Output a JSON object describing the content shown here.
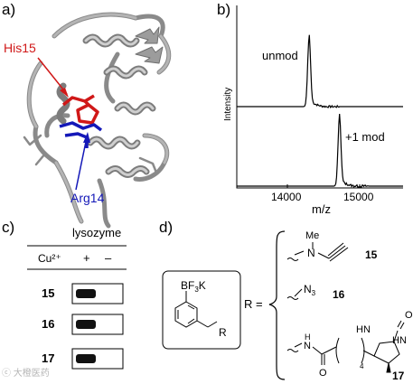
{
  "panels": {
    "a": {
      "label": "a)",
      "his_label": "His15",
      "arg_label": "Arg14",
      "colors": {
        "his": "#d01818",
        "arg": "#1418b8",
        "protein": "#9a9a9a"
      }
    },
    "b": {
      "label": "b)"
    },
    "c": {
      "label": "c)",
      "header": "lysozyme",
      "cu_label": "Cu²⁺",
      "plus": "+",
      "minus": "–",
      "rows": [
        "15",
        "16",
        "17"
      ]
    },
    "d": {
      "label": "d)",
      "bf3k": "BF",
      "bf3k_sub": "3",
      "bf3k_k": "K",
      "r_atom": "R",
      "r_equals": "R =",
      "substituents": [
        {
          "id": "15",
          "me": "Me",
          "n": "N"
        },
        {
          "id": "16",
          "azide": "N",
          "azide_sub": "3"
        },
        {
          "id": "17",
          "nh_amide": "N",
          "nh_h": "H",
          "o_amide": "O",
          "sub4": "4",
          "hn1": "HN",
          "hn2": "HN",
          "o_urea": "O"
        }
      ]
    }
  },
  "watermark": "ⓒ 大橙医药",
  "chart_data": {
    "type": "line",
    "xlabel": "m/z",
    "ylabel": "Intensity",
    "xlim": [
      13300,
      15600
    ],
    "x_ticks": [
      14000,
      15000
    ],
    "grid": false,
    "series": [
      {
        "name": "unmod",
        "peak_x": 14300,
        "peak_height": 1.0
      },
      {
        "name": "+1 mod",
        "peak_x": 14720,
        "peak_height": 0.88
      }
    ]
  }
}
